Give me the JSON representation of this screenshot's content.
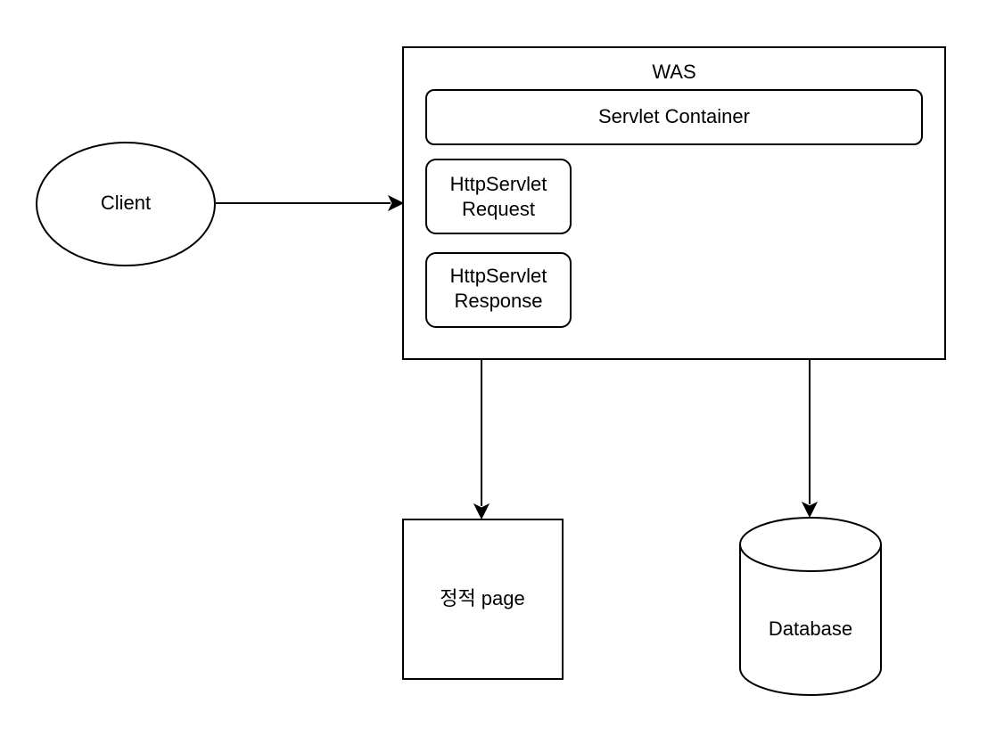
{
  "nodes": {
    "client": {
      "label": "Client"
    },
    "was": {
      "label": "WAS"
    },
    "servlet_container": {
      "label": "Servlet Container"
    },
    "http_request": {
      "line1": "HttpServlet",
      "line2": "Request"
    },
    "http_response": {
      "line1": "HttpServlet",
      "line2": "Response"
    },
    "static_page": {
      "label": "정적 page"
    },
    "database": {
      "label": "Database"
    }
  },
  "edges": [
    {
      "from": "client",
      "to": "was"
    },
    {
      "from": "was",
      "to": "static_page"
    },
    {
      "from": "was",
      "to": "database"
    }
  ]
}
